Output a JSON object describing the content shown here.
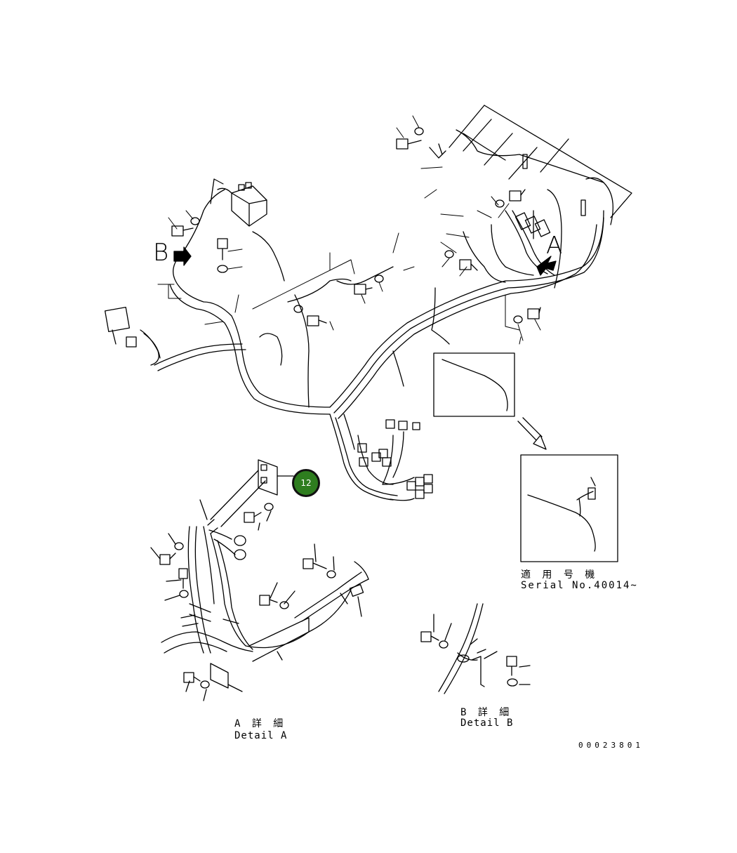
{
  "labels": {
    "view_b": "B",
    "view_a": "A",
    "serial_jp": "適 用 号 機",
    "serial_en": "Serial No.40014~",
    "detail_a_jp": "A 詳 細",
    "detail_a_en": "Detail A",
    "detail_b_jp": "B 詳 細",
    "detail_b_en": "Detail B",
    "drawing_no": "00023801"
  },
  "callout": {
    "number": "12",
    "color": "#2e7d1f"
  }
}
